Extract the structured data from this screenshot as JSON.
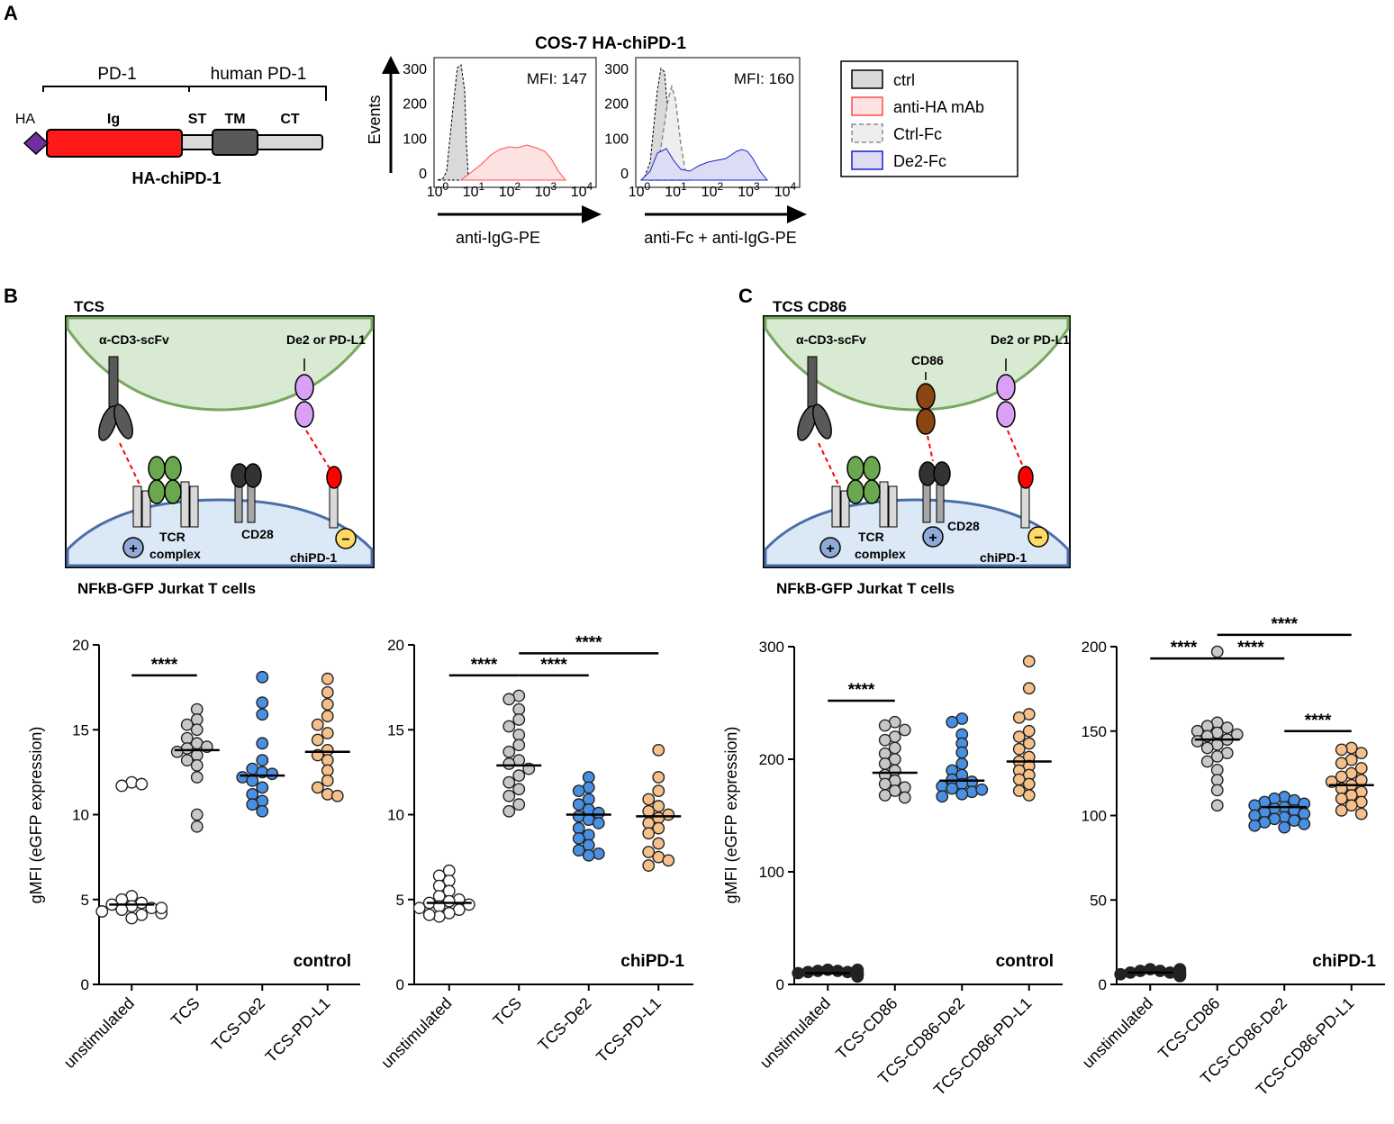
{
  "colors": {
    "ig_red": "#ff1a1a",
    "ha_purple": "#7030a0",
    "grey_light": "#d9d9d9",
    "grey_dark": "#595959",
    "ctrl_fill": "#d9d9d9",
    "antiHA_stroke": "#ff4d4d",
    "antiHA_fill": "#fde2e2",
    "ctrlfc_stroke": "#8c8c8c",
    "de2_stroke": "#1f1fcc",
    "de2_fill": "#dcdcf5",
    "cell_green": "#d9ead3",
    "cell_green_stroke": "#77a760",
    "cell_blue": "#dbe8f5",
    "cell_blue_stroke": "#4a6fa8",
    "dot_white": "#ffffff",
    "dot_grey": "#c8c8c8",
    "dot_blue": "#4a90e2",
    "dot_orange": "#f5c08a",
    "dot_black": "#222222",
    "tcr_green": "#6aa84f",
    "cd86_brown": "#8b4513",
    "ligand_purple": "#d9a0f5",
    "panel_red": "#ff0000",
    "plus_blue": "#8fa9d8",
    "minus_yellow": "#ffd966"
  },
  "panelA": {
    "letter": "A",
    "construct": {
      "pd1_label": "PD-1",
      "human_label": "human PD-1",
      "ha_label": "HA",
      "ig_label": "Ig",
      "st_label": "ST",
      "tm_label": "TM",
      "ct_label": "CT",
      "name": "HA-chiPD-1"
    },
    "flow_title": "COS-7 HA-chiPD-1",
    "events_label": "Events",
    "yticks": [
      "300",
      "200",
      "100",
      "0"
    ],
    "xticks": [
      {
        "base": "10",
        "exp": "0"
      },
      {
        "base": "10",
        "exp": "1"
      },
      {
        "base": "10",
        "exp": "2"
      },
      {
        "base": "10",
        "exp": "3"
      },
      {
        "base": "10",
        "exp": "4"
      }
    ],
    "hist1": {
      "mfi": "MFI: 147",
      "xlabel": "anti-IgG-PE"
    },
    "hist2": {
      "mfi": "MFI: 160",
      "xlabel": "anti-Fc + anti-IgG-PE"
    },
    "legend": [
      "ctrl",
      "anti-HA mAb",
      "Ctrl-Fc",
      "De2-Fc"
    ]
  },
  "panelB": {
    "letter": "B",
    "title": "TCS",
    "labels": {
      "scfv": "α-CD3-scFv",
      "ligand": "De2 or PD-L1",
      "tcr1": "TCR",
      "tcr2": "complex",
      "cd28": "CD28",
      "chipd1": "chiPD-1",
      "cells": "NFkB-GFP Jurkat T cells",
      "plus": "+",
      "minus": "−"
    }
  },
  "panelC": {
    "letter": "C",
    "title": "TCS CD86",
    "labels": {
      "scfv": "α-CD3-scFv",
      "cd86": "CD86",
      "ligand": "De2 or PD-L1",
      "tcr1": "TCR",
      "tcr2": "complex",
      "cd28": "CD28",
      "chipd1": "chiPD-1",
      "cells": "NFkB-GFP Jurkat T cells",
      "plus": "+",
      "minus": "−"
    }
  },
  "ylabel": "gMFI (eGFP expression)",
  "chart_data": [
    {
      "type": "scatter",
      "panel": "B",
      "label": "control",
      "categories": [
        "unstimulated",
        "TCS",
        "TCS-De2",
        "TCS-PD-L1"
      ],
      "ylim": [
        0,
        20
      ],
      "yticks": [
        0,
        5,
        10,
        15,
        20
      ],
      "series": [
        {
          "values": [
            11.9,
            11.7,
            11.8,
            5.2,
            5.0,
            4.8,
            4.7,
            4.6,
            4.5,
            4.4,
            4.3,
            4.1,
            3.9,
            4.2,
            4.5
          ],
          "median": 4.7
        },
        {
          "values": [
            16.2,
            15.6,
            15.3,
            15.0,
            14.5,
            14.2,
            14.0,
            13.9,
            13.7,
            13.5,
            13.2,
            12.9,
            12.2,
            10.0,
            9.3
          ],
          "median": 13.8
        },
        {
          "values": [
            18.1,
            16.6,
            15.9,
            14.2,
            13.2,
            12.7,
            12.5,
            12.4,
            12.2,
            12.0,
            11.6,
            11.2,
            10.8,
            10.6,
            10.2
          ],
          "median": 12.3
        },
        {
          "values": [
            18.0,
            17.2,
            16.5,
            15.8,
            15.3,
            14.8,
            14.4,
            13.8,
            13.5,
            13.2,
            12.6,
            12.0,
            11.6,
            11.2,
            11.1
          ],
          "median": 13.7
        }
      ],
      "brackets": [
        {
          "from": 0,
          "to": 1,
          "y": 18.2,
          "text": "****"
        }
      ]
    },
    {
      "type": "scatter",
      "panel": "B",
      "label": "chiPD-1",
      "categories": [
        "unstimulated",
        "TCS",
        "TCS-De2",
        "TCS-PD-L1"
      ],
      "ylim": [
        0,
        20
      ],
      "yticks": [
        0,
        5,
        10,
        15,
        20
      ],
      "series": [
        {
          "values": [
            6.7,
            6.4,
            6.1,
            5.8,
            5.5,
            5.2,
            5.0,
            4.9,
            4.8,
            4.7,
            4.6,
            4.4,
            4.2,
            4.0,
            4.1,
            4.5
          ],
          "median": 4.8
        },
        {
          "values": [
            17.0,
            16.8,
            16.2,
            15.6,
            15.2,
            14.7,
            14.1,
            13.7,
            13.2,
            13.0,
            12.7,
            12.3,
            11.9,
            11.5,
            11.1,
            10.6,
            10.2
          ],
          "median": 12.9
        },
        {
          "values": [
            12.2,
            11.6,
            11.4,
            10.9,
            10.6,
            10.3,
            10.1,
            9.9,
            9.7,
            9.5,
            9.2,
            8.8,
            8.6,
            8.2,
            7.9,
            7.7,
            7.6
          ],
          "median": 10.0
        },
        {
          "values": [
            13.8,
            12.2,
            11.4,
            10.9,
            10.5,
            10.2,
            10.0,
            9.8,
            9.5,
            9.2,
            8.9,
            8.3,
            7.8,
            7.5,
            7.3,
            7.0
          ],
          "median": 9.9
        }
      ],
      "brackets": [
        {
          "from": 0,
          "to": 1,
          "y": 18.2,
          "text": "****"
        },
        {
          "from": 1,
          "to": 2,
          "y": 18.2,
          "text": "****"
        },
        {
          "from": 1,
          "to": 3,
          "y": 19.5,
          "text": "****"
        }
      ]
    },
    {
      "type": "scatter",
      "panel": "C",
      "label": "control",
      "categories": [
        "unstimulated",
        "TCS-CD86",
        "TCS-CD86-De2",
        "TCS-CD86-PD-L1"
      ],
      "ylim": [
        0,
        300
      ],
      "yticks": [
        0,
        100,
        200,
        300
      ],
      "series": [
        {
          "values": [
            13,
            12,
            12,
            11,
            11,
            10,
            10,
            9,
            9,
            8,
            8,
            7,
            12,
            11,
            10,
            13
          ],
          "median": 10
        },
        {
          "values": [
            233,
            230,
            226,
            220,
            217,
            210,
            205,
            200,
            196,
            190,
            186,
            181,
            178,
            175,
            172,
            168,
            166
          ],
          "median": 188
        },
        {
          "values": [
            236,
            233,
            222,
            214,
            206,
            196,
            190,
            186,
            182,
            180,
            178,
            176,
            174,
            171,
            169,
            167,
            173
          ],
          "median": 181
        },
        {
          "values": [
            287,
            263,
            240,
            237,
            225,
            220,
            214,
            209,
            202,
            198,
            194,
            190,
            186,
            182,
            178,
            172,
            168
          ],
          "median": 198
        }
      ],
      "brackets": [
        {
          "from": 0,
          "to": 1,
          "y": 252,
          "text": "****"
        }
      ]
    },
    {
      "type": "scatter",
      "panel": "C",
      "label": "chiPD-1",
      "categories": [
        "unstimulated",
        "TCS-CD86",
        "TCS-CD86-De2",
        "TCS-CD86-PD-L1"
      ],
      "ylim": [
        0,
        200
      ],
      "yticks": [
        0,
        50,
        100,
        150,
        200
      ],
      "series": [
        {
          "values": [
            9,
            8,
            8,
            7,
            7,
            6,
            6,
            5,
            5,
            5,
            6,
            7,
            8,
            9,
            6,
            7,
            8,
            5
          ],
          "median": 7
        },
        {
          "values": [
            197,
            155,
            153,
            152,
            150,
            149,
            148,
            147,
            145,
            144,
            142,
            140,
            137,
            135,
            132,
            127,
            121,
            115,
            106
          ],
          "median": 145
        },
        {
          "values": [
            111,
            110,
            109,
            108,
            107,
            106,
            105,
            104,
            103,
            102,
            101,
            100,
            99,
            98,
            97,
            96,
            95,
            94,
            93
          ],
          "median": 105
        },
        {
          "values": [
            140,
            139,
            137,
            133,
            131,
            128,
            125,
            123,
            121,
            120,
            118,
            116,
            114,
            112,
            110,
            108,
            106,
            103,
            101
          ],
          "median": 118
        }
      ],
      "brackets": [
        {
          "from": 0,
          "to": 1,
          "y": 193,
          "text": "****"
        },
        {
          "from": 1,
          "to": 2,
          "y": 193,
          "text": "****"
        },
        {
          "from": 1,
          "to": 3,
          "y": 207,
          "text": "****"
        },
        {
          "from": 2,
          "to": 3,
          "y": 150,
          "text": "****"
        }
      ]
    }
  ]
}
